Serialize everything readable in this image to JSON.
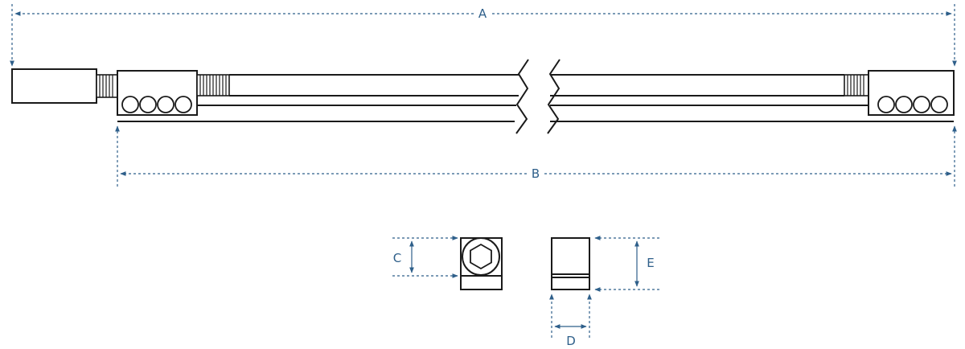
{
  "diagram": {
    "colors": {
      "outline": "#1a1a1a",
      "dimension": "#2e5f8a",
      "background": "#ffffff"
    },
    "labels": {
      "a": "A",
      "b": "B",
      "c": "C",
      "d": "D",
      "e": "E"
    }
  }
}
